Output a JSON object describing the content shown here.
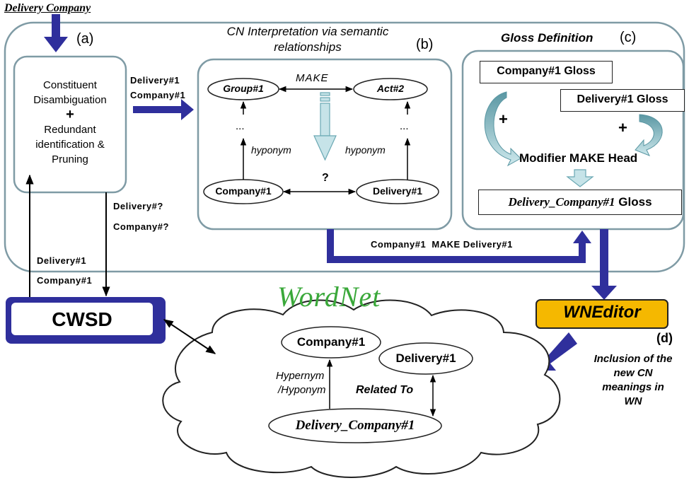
{
  "input_term": "Delivery Company",
  "panel_a": {
    "tag": "(a)",
    "line1": "Constituent",
    "line2": "Disambiguation",
    "plus": "+",
    "line3": "Redundant",
    "line4": "identification &",
    "line5": "Pruning"
  },
  "arrow_ab": {
    "line1": "Delivery#1",
    "line2": "Company#1"
  },
  "to_cwsd": {
    "line1": "Delivery#?",
    "line2": "Company#?"
  },
  "from_cwsd": {
    "line1": "Delivery#1",
    "line2": "Company#1"
  },
  "panel_b": {
    "title_line1": "CN Interpretation via semantic",
    "title_line2": "relationships",
    "tag": "(b)",
    "group": "Group#1",
    "act": "Act#2",
    "make": "MAKE",
    "company": "Company#1",
    "delivery": "Delivery#1",
    "hyponym_left": "hyponym",
    "hyponym_right": "hyponym",
    "question": "?",
    "dots_left": "...",
    "dots_right": "..."
  },
  "panel_c": {
    "title": "Gloss Definition",
    "tag": "(c)",
    "company_gloss": "Company#1 Gloss",
    "delivery_gloss": "Delivery#1 Gloss",
    "plus_left": "+",
    "plus_right": "+",
    "modifier": "Modifier MAKE Head",
    "result_name": "Delivery_Company#1",
    "result_suffix": "Gloss"
  },
  "relation_arrow": "Company#1  MAKE Delivery#1",
  "cwsd": "CWSD",
  "wordnet": {
    "logo": "WordNet",
    "company": "Company#1",
    "delivery": "Delivery#1",
    "hypernym_line1": "Hypernym",
    "hypernym_line2": "/Hyponym",
    "related": "Related To",
    "delivery_company": "Delivery_Company#1"
  },
  "wneditor": "WNEditor",
  "panel_d": {
    "tag": "(d)",
    "line1": "Inclusion of the",
    "line2": "new CN",
    "line3": "meanings in",
    "line4": "WN"
  },
  "colors": {
    "arrow_blue": "#2f2f9c",
    "panel_border": "#7f9ba5",
    "wneditor_fill": "#f5b800",
    "down_arrow_fill": "#c6e3e8",
    "wordnet_logo": "#3aa83a"
  }
}
